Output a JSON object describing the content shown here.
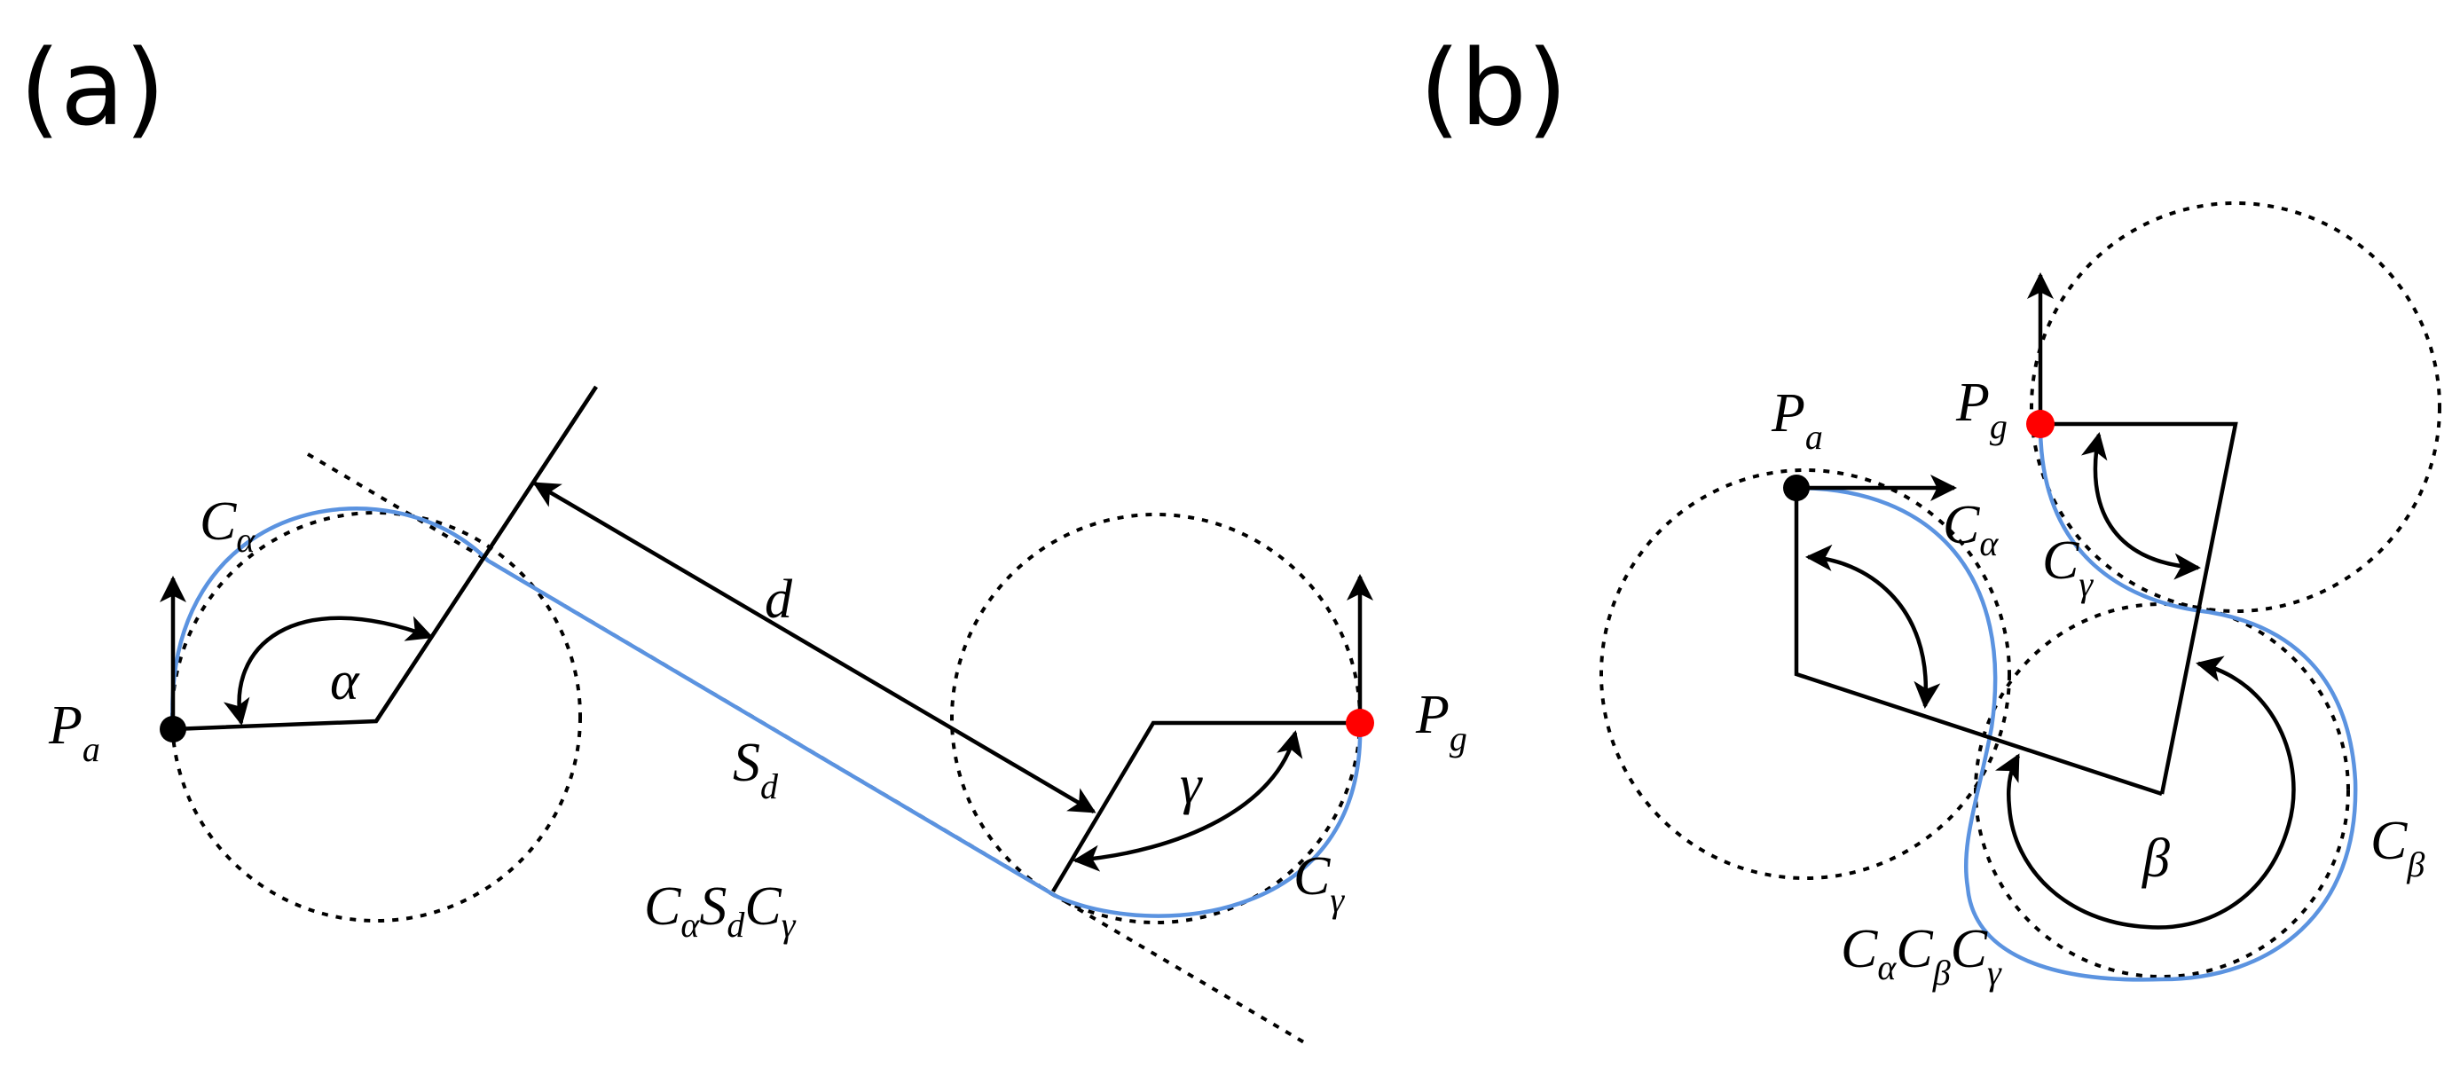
{
  "panels": {
    "a": {
      "label": "(a)",
      "labels": {
        "c_alpha": {
          "base": "C",
          "sub": "α"
        },
        "p_a": {
          "base": "P",
          "sub": "a"
        },
        "alpha": "α",
        "d": "d",
        "s_d": {
          "base": "S",
          "sub": "d"
        },
        "gamma": "γ",
        "p_g": {
          "base": "P",
          "sub": "g"
        },
        "c_gamma": {
          "base": "C",
          "sub": "γ"
        },
        "path": {
          "c1": "C",
          "s1": "α",
          "c2": "S",
          "s2": "d",
          "c3": "C",
          "s3": "γ"
        }
      }
    },
    "b": {
      "label": "(b)",
      "labels": {
        "p_a": {
          "base": "P",
          "sub": "a"
        },
        "p_g": {
          "base": "P",
          "sub": "g"
        },
        "c_alpha": {
          "base": "C",
          "sub": "α"
        },
        "c_gamma": {
          "base": "C",
          "sub": "γ"
        },
        "beta": "β",
        "c_beta": {
          "base": "C",
          "sub": "β"
        },
        "path": {
          "c1": "C",
          "s1": "α",
          "c2": "C",
          "s2": "β",
          "c3": "C",
          "s3": "γ"
        }
      }
    }
  },
  "colors": {
    "path": "#5b93e0",
    "start_point": "#000000",
    "goal_point": "#ff0000",
    "lines": "#000000"
  }
}
